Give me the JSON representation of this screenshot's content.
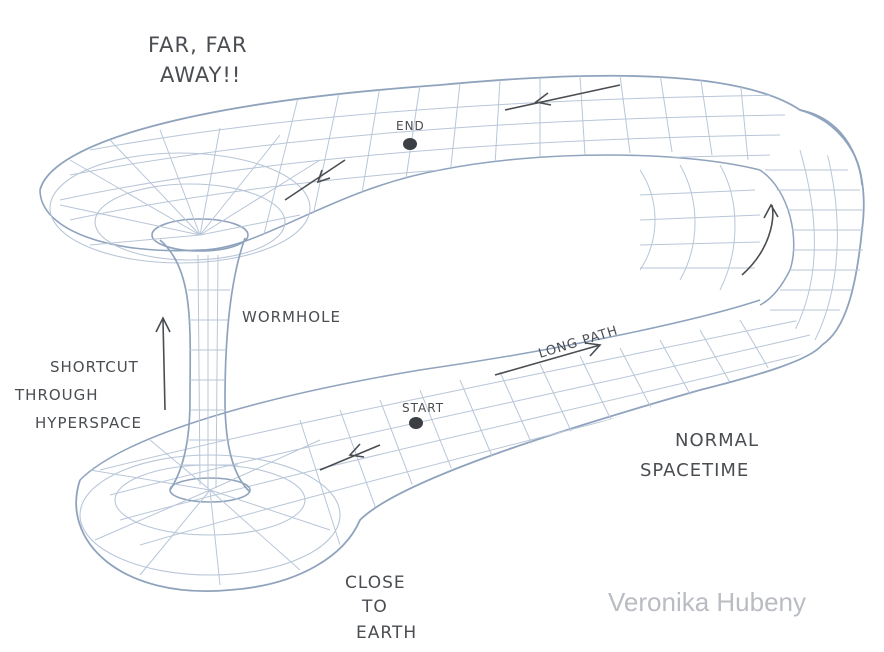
{
  "labels": {
    "far_line1": "FAR, FAR",
    "far_line2": "AWAY!!",
    "end": "END",
    "wormhole": "WORMHOLE",
    "shortcut_line1": "SHORTCUT",
    "shortcut_line2": "THROUGH",
    "shortcut_line3": "HYPERSPACE",
    "long_path": "LONG PATH",
    "start": "START",
    "normal_line1": "NORMAL",
    "normal_line2": "SPACETIME",
    "close_line1": "CLOSE",
    "close_line2": "TO",
    "close_line3": "EARTH"
  },
  "watermark": "Veronika Hubeny",
  "colors": {
    "sketch_line": "#8fa3bd",
    "grid_line": "#b8c6d8",
    "ink": "#4a4d52",
    "dot": "#3c3f44"
  }
}
